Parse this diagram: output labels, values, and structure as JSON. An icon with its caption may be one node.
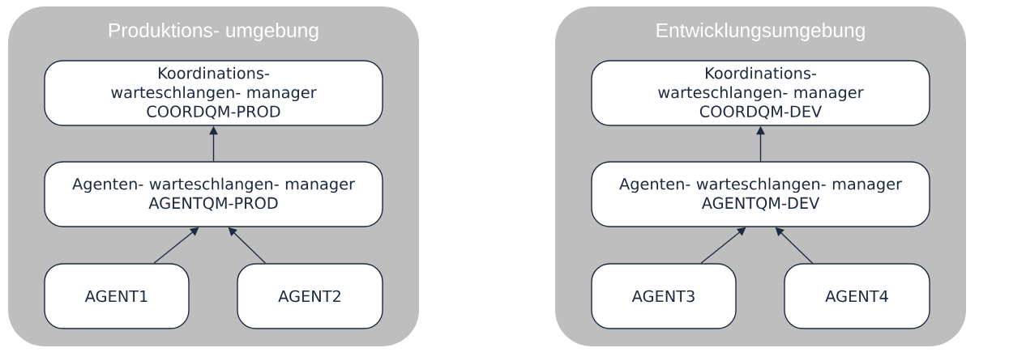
{
  "diagram": {
    "nodes": [
      {
        "text": [
          "Produktions- umgebung"
        ]
      },
      {
        "text": [
          "Koordinations- warteschlangen- manager",
          "COORDQM-PROD"
        ],
        "in": 0
      },
      {
        "text": [
          "Agenten- warteschlangen- manager",
          "AGENTQM-PROD"
        ],
        "in": 0
      },
      {
        "text": [
          "AGENT1"
        ],
        "in": 0
      },
      {
        "text": [
          "AGENT2"
        ],
        "in": 0
      },
      {
        "text": [
          "Entwicklungsumgebung"
        ]
      },
      {
        "text": [
          "Koordinations- warteschlangen- manager",
          "COORDQM-DEV"
        ],
        "in": 5
      },
      {
        "text": [
          "Agenten- warteschlangen- manager",
          "AGENTQM-DEV"
        ],
        "in": 5
      },
      {
        "text": [
          "AGENT3"
        ],
        "in": 5
      },
      {
        "text": [
          "AGENT4"
        ],
        "in": 5
      }
    ],
    "edges": [
      {
        "from": 2,
        "to": 1,
        "arrow": "to"
      },
      {
        "from": 3,
        "to": 2,
        "arrow": "to"
      },
      {
        "from": 4,
        "to": 2,
        "arrow": "to"
      },
      {
        "from": 7,
        "to": 6,
        "arrow": "to"
      },
      {
        "from": 8,
        "to": 7,
        "arrow": "to"
      },
      {
        "from": 9,
        "to": 7,
        "arrow": "to"
      }
    ]
  }
}
